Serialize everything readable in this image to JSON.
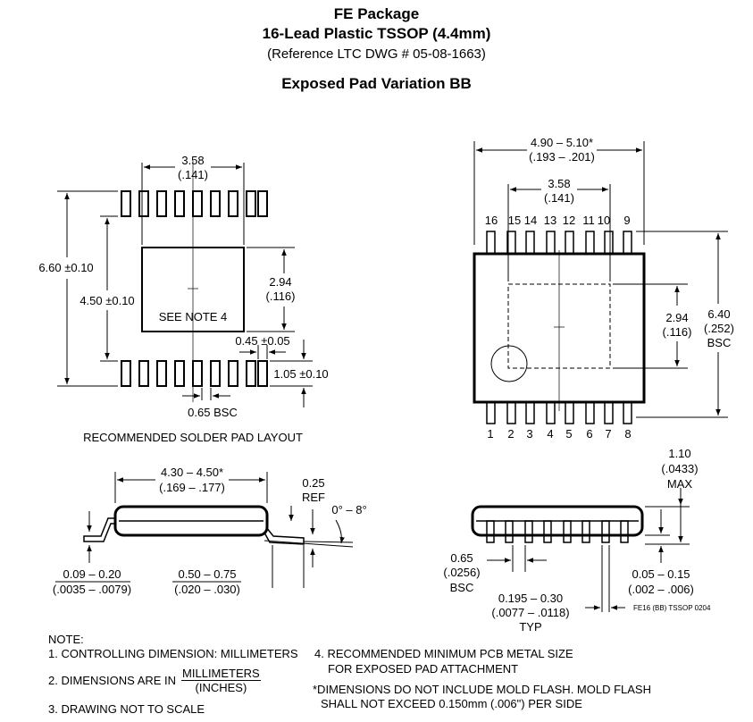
{
  "header": {
    "title": "FE Package",
    "subtitle": "16-Lead Plastic TSSOP (4.4mm)",
    "reference": "(Reference LTC DWG # 05-08-1663)",
    "variation": "Exposed Pad Variation BB"
  },
  "solder_layout": {
    "dim_top_mm": "3.58",
    "dim_top_in": "(.141)",
    "dim_outer": "6.60 ±0.10",
    "dim_inner": "4.50 ±0.10",
    "dim_pad_mm": "2.94",
    "dim_pad_in": "(.116)",
    "see_note": "SEE NOTE 4",
    "dim_pad_width": "0.45 ±0.05",
    "dim_pad_length": "1.05 ±0.10",
    "dim_pitch": "0.65 BSC",
    "caption": "RECOMMENDED SOLDER PAD LAYOUT"
  },
  "top_view": {
    "dim_len_mm": "4.90 – 5.10*",
    "dim_len_in": "(.193 – .201)",
    "dim_pad_mm": "3.58",
    "dim_pad_in": "(.141)",
    "pins_top": [
      "16",
      "15",
      "14",
      "13",
      "12",
      "11",
      "10",
      "9"
    ],
    "pins_bottom": [
      "1",
      "2",
      "3",
      "4",
      "5",
      "6",
      "7",
      "8"
    ],
    "dim_pad_h_mm": "2.94",
    "dim_pad_h_in": "(.116)",
    "dim_width_mm": "6.40",
    "dim_width_in": "(.252)",
    "dim_width_bsc": "BSC"
  },
  "side_view": {
    "dim_body_mm": "4.30 – 4.50*",
    "dim_body_in": "(.169 – .177)",
    "dim_ref_val": "0.25",
    "dim_ref_lbl": "REF",
    "angle": "0° – 8°",
    "dim_lead_t_mm": "0.09 – 0.20",
    "dim_lead_t_in": "(.0035 – .0079)",
    "dim_foot_mm": "0.50 – 0.75",
    "dim_foot_in": "(.020 – .030)"
  },
  "end_view": {
    "dim_h_mm": "1.10",
    "dim_h_in": "(.0433)",
    "dim_h_max": "MAX",
    "dim_pitch_mm": "0.65",
    "dim_pitch_in": "(.0256)",
    "dim_pitch_bsc": "BSC",
    "dim_lead_w_mm": "0.195 – 0.30",
    "dim_lead_w_in": "(.0077 – .0118)",
    "dim_lead_w_typ": "TYP",
    "dim_standoff_mm": "0.05 – 0.15",
    "dim_standoff_in": "(.002 – .006)",
    "drawing_id": "FE16 (BB) TSSOP 0204"
  },
  "notes": {
    "heading": "NOTE:",
    "n1": "1. CONTROLLING DIMENSION: MILLIMETERS",
    "n2_prefix": "2. DIMENSIONS ARE IN",
    "n2_num": "MILLIMETERS",
    "n2_den": "(INCHES)",
    "n3": "3. DRAWING NOT TO SCALE",
    "n4_line1": "4. RECOMMENDED MINIMUM PCB METAL SIZE",
    "n4_line2": "FOR EXPOSED PAD ATTACHMENT",
    "n5_line1": "*DIMENSIONS DO NOT INCLUDE MOLD FLASH. MOLD FLASH",
    "n5_line2": "SHALL NOT EXCEED 0.150mm (.006\") PER SIDE"
  }
}
